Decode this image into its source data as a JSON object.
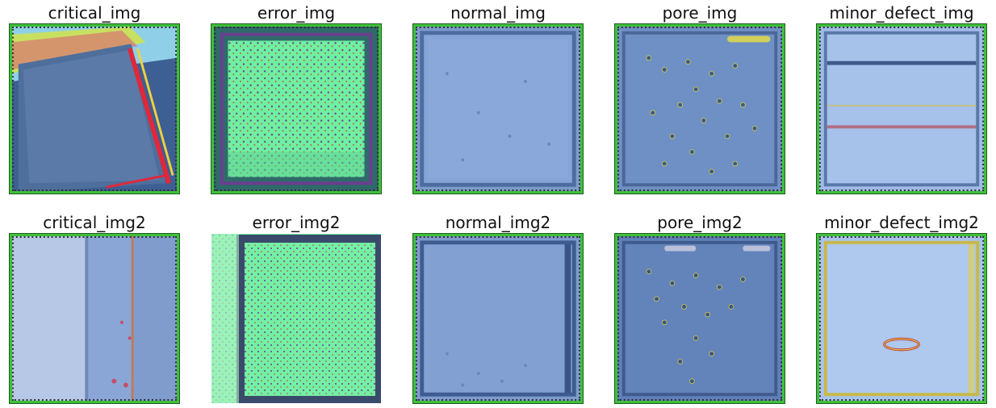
{
  "figure": {
    "rows": [
      [
        {
          "title": "critical_img",
          "texture": "critical-tile-tilted"
        },
        {
          "title": "error_img",
          "texture": "green-speckle-frame"
        },
        {
          "title": "normal_img",
          "texture": "smooth-blue-tile"
        },
        {
          "title": "pore_img",
          "texture": "blue-tile-with-pores"
        },
        {
          "title": "minor_defect_img",
          "texture": "light-blue-tile-with-streaks"
        }
      ],
      [
        {
          "title": "critical_img2",
          "texture": "light-tile-vertical-crack"
        },
        {
          "title": "error_img2",
          "texture": "green-speckle-offset-frame"
        },
        {
          "title": "normal_img2",
          "texture": "smooth-blue-tile"
        },
        {
          "title": "pore_img2",
          "texture": "blue-tile-with-pores"
        },
        {
          "title": "minor_defect_img2",
          "texture": "light-blue-tile-with-ring"
        }
      ]
    ],
    "colors": {
      "tile_blue": "#6f90c4",
      "tile_light": "#9fbbe6",
      "tile_dark": "#3f5f8f",
      "speckle_green": "#6ef0a0",
      "frame_green": "#3fbf3a",
      "defect_red": "#e0283a",
      "defect_yellow": "#e8e040",
      "defect_purple": "#6a3f8f"
    }
  }
}
